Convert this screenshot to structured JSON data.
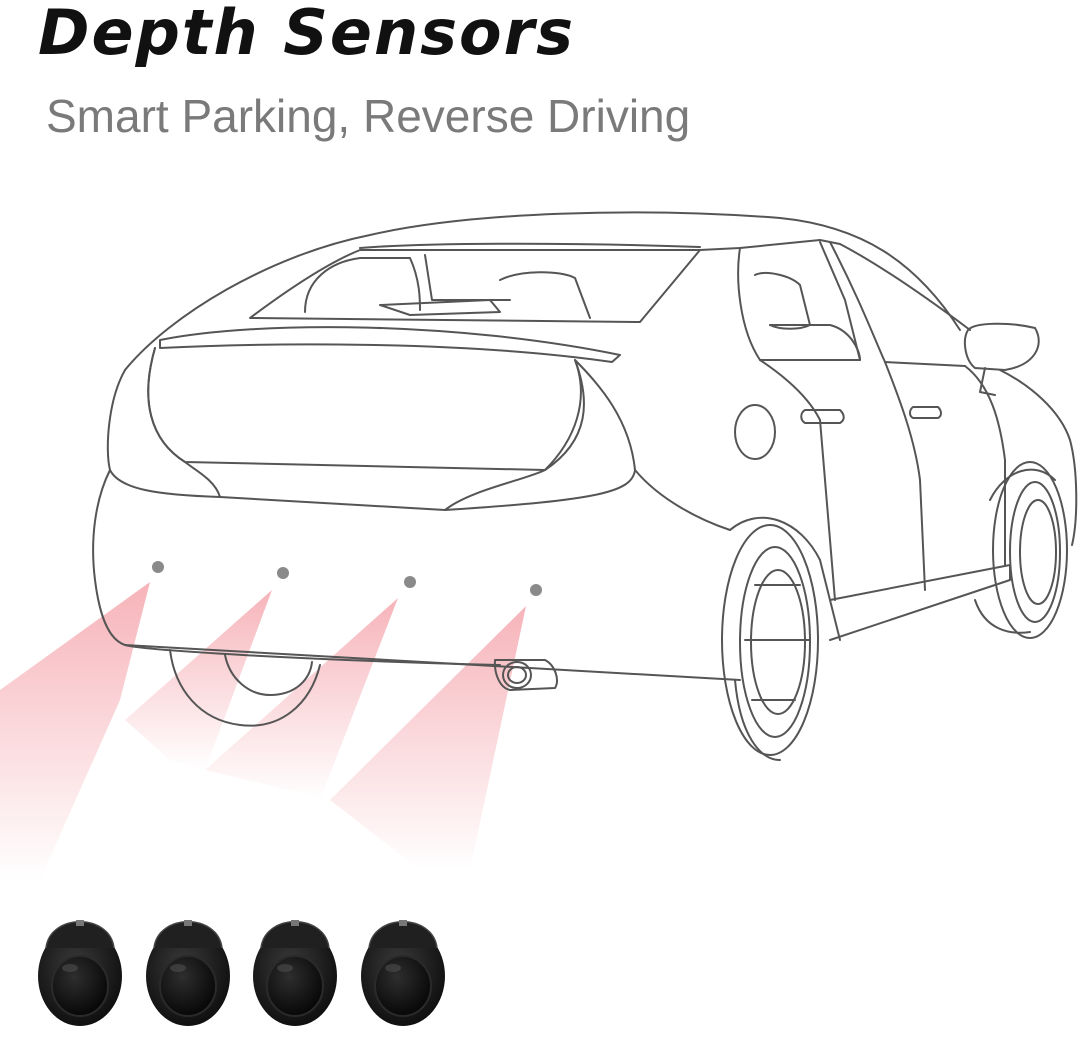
{
  "header": {
    "title": "Depth Sensors",
    "subtitle": "Smart Parking, Reverse Driving"
  },
  "illustration": {
    "subject": "car-rear-outline-icon",
    "sensor_beam_color": "#f4a7ad",
    "line_color": "#555555",
    "sensor_dot_color": "#8a8a8a",
    "sensor_count": 4
  },
  "product": {
    "sensor_unit_icon": "parking-sensor-icon",
    "sensor_color": "#1a1a1a",
    "units_shown": 4
  }
}
